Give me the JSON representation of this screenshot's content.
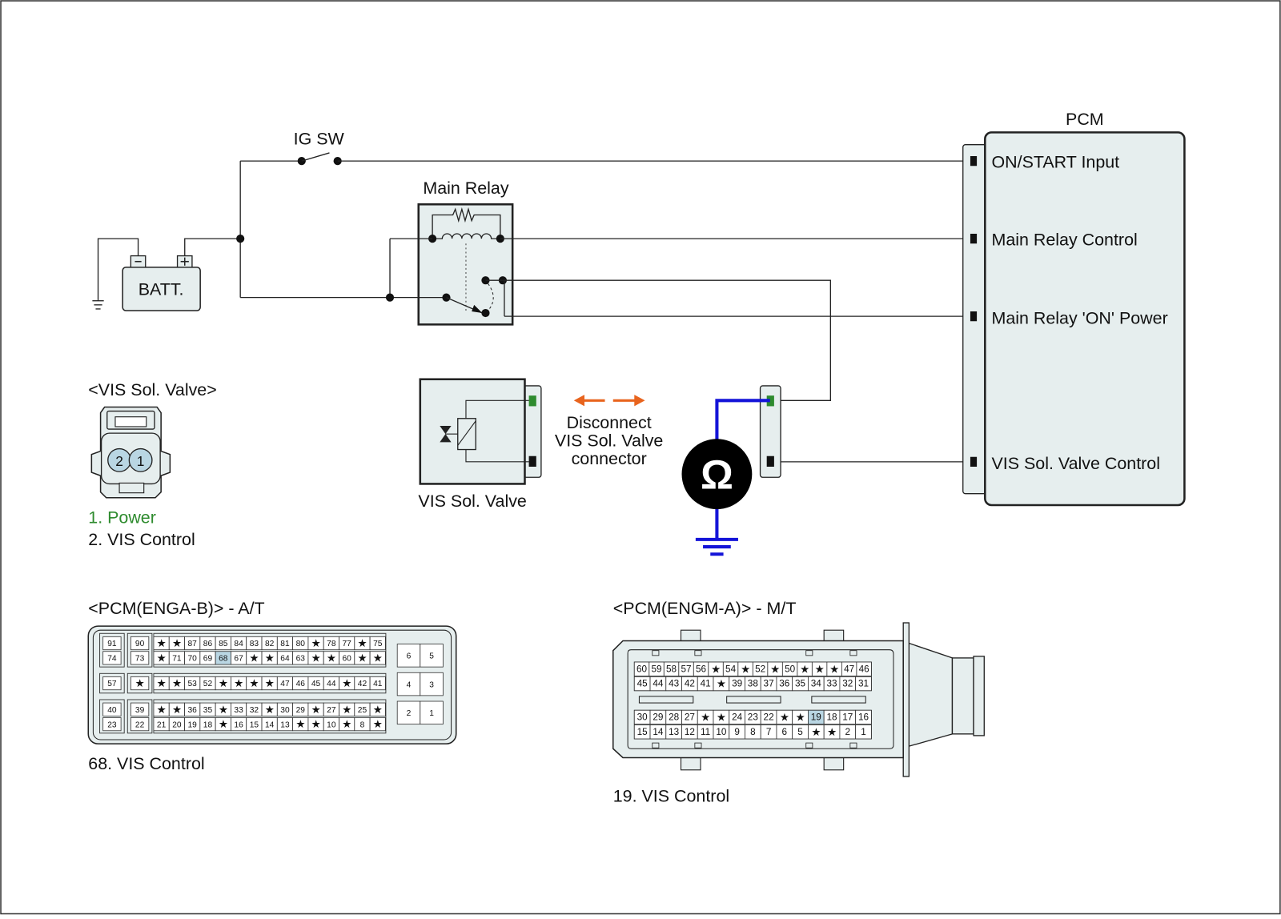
{
  "ig_sw": "IG SW",
  "main_relay": "Main Relay",
  "batt": "BATT.",
  "pcm": {
    "title": "PCM",
    "pins": [
      "ON/START Input",
      "Main Relay Control",
      "Main Relay 'ON' Power",
      "VIS Sol. Valve Control"
    ]
  },
  "vis_connector": {
    "title": "<VIS Sol. Valve>",
    "pin2": "2",
    "pin1": "1",
    "pin1_label": "1. Power",
    "pin2_label": "2. VIS Control"
  },
  "vis_valve_label": "VIS Sol. Valve",
  "disconnect_note": [
    "Disconnect",
    "VIS Sol. Valve",
    "connector"
  ],
  "ohmmeter_symbol": "Ω",
  "pcm_at": {
    "title": "<PCM(ENGA-B)> - A/T",
    "caption": "68. VIS Control",
    "highlight": "68",
    "rows": [
      [
        "91",
        "90",
        "★",
        "★",
        "87",
        "86",
        "85",
        "84",
        "83",
        "82",
        "81",
        "80",
        "★",
        "78",
        "77",
        "★",
        "75"
      ],
      [
        "74",
        "73",
        "★",
        "71",
        "70",
        "69",
        "68",
        "67",
        "★",
        "★",
        "64",
        "63",
        "★",
        "★",
        "60",
        "★",
        "★"
      ],
      [
        "57",
        "★",
        "★",
        "★",
        "53",
        "52",
        "★",
        "★",
        "★",
        "★",
        "47",
        "46",
        "45",
        "44",
        "★",
        "42",
        "41"
      ],
      [
        "40",
        "39",
        "★",
        "★",
        "36",
        "35",
        "★",
        "33",
        "32",
        "★",
        "30",
        "29",
        "★",
        "27",
        "★",
        "25",
        "★"
      ],
      [
        "23",
        "22",
        "21",
        "20",
        "19",
        "18",
        "★",
        "16",
        "15",
        "14",
        "13",
        "★",
        "★",
        "10",
        "★",
        "8",
        "★"
      ]
    ],
    "right_pins": [
      "6",
      "5",
      "4",
      "3",
      "2",
      "1"
    ]
  },
  "pcm_mt": {
    "title": "<PCM(ENGM-A)> - M/T",
    "caption": "19. VIS Control",
    "highlight": "19",
    "rows": [
      [
        "60",
        "59",
        "58",
        "57",
        "56",
        "★",
        "54",
        "★",
        "52",
        "★",
        "50",
        "★",
        "★",
        "★",
        "47",
        "46"
      ],
      [
        "45",
        "44",
        "43",
        "42",
        "41",
        "★",
        "39",
        "38",
        "37",
        "36",
        "35",
        "34",
        "33",
        "32",
        "31"
      ],
      [
        "30",
        "29",
        "28",
        "27",
        "★",
        "★",
        "24",
        "23",
        "22",
        "★",
        "★",
        "19",
        "18",
        "17",
        "16"
      ],
      [
        "15",
        "14",
        "13",
        "12",
        "11",
        "10",
        "9",
        "8",
        "7",
        "6",
        "5",
        "★",
        "★",
        "2",
        "1"
      ]
    ]
  },
  "colors": {
    "probe_lead": "#1414d8",
    "power_pin": "#2e8b2e",
    "arrow": "#e8641e",
    "highlight_cell": "#b9d6e3",
    "component_fill": "#e6eeee"
  }
}
